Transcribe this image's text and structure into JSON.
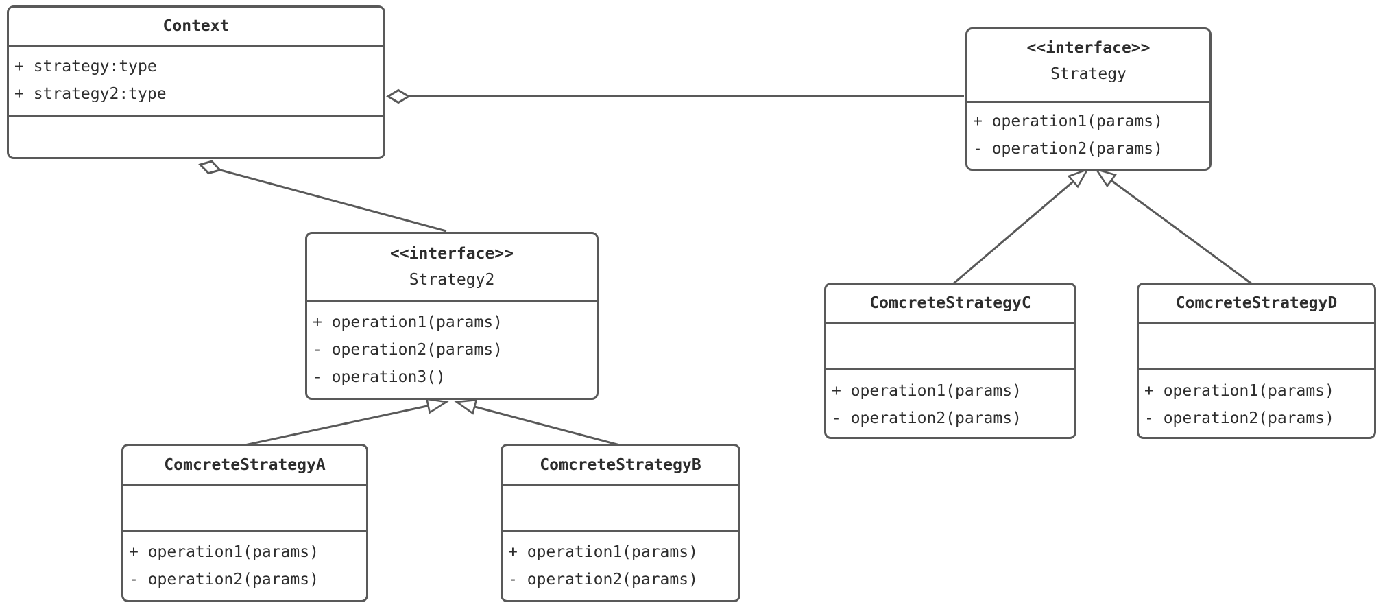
{
  "diagram": {
    "kind": "uml-class-diagram",
    "pattern": "Strategy",
    "colors": {
      "line": "#595959",
      "text": "#2d2d2d",
      "box_fill": "#ffffff"
    }
  },
  "classes": {
    "context": {
      "name": "Context",
      "attributes": [
        "+ strategy:type",
        "+ strategy2:type"
      ],
      "methods": []
    },
    "strategy": {
      "stereotype": "<<interface>>",
      "name": "Strategy",
      "attributes": [],
      "methods": [
        "+ operation1(params)",
        "- operation2(params)"
      ]
    },
    "strategy2": {
      "stereotype": "<<interface>>",
      "name": "Strategy2",
      "attributes": [],
      "methods": [
        "+ operation1(params)",
        "- operation2(params)",
        "- operation3()"
      ]
    },
    "concreteA": {
      "name": "ComcreteStrategyA",
      "attributes": [],
      "methods": [
        "+ operation1(params)",
        "- operation2(params)"
      ]
    },
    "concreteB": {
      "name": "ComcreteStrategyB",
      "attributes": [],
      "methods": [
        "+ operation1(params)",
        "- operation2(params)"
      ]
    },
    "concreteC": {
      "name": "ComcreteStrategyC",
      "attributes": [],
      "methods": [
        "+ operation1(params)",
        "- operation2(params)"
      ]
    },
    "concreteD": {
      "name": "ComcreteStrategyD",
      "attributes": [],
      "methods": [
        "+ operation1(params)",
        "- operation2(params)"
      ]
    }
  },
  "relations": [
    {
      "from": "Context",
      "to": "Strategy",
      "type": "aggregation"
    },
    {
      "from": "Context",
      "to": "Strategy2",
      "type": "aggregation"
    },
    {
      "from": "ComcreteStrategyA",
      "to": "Strategy2",
      "type": "realization"
    },
    {
      "from": "ComcreteStrategyB",
      "to": "Strategy2",
      "type": "realization"
    },
    {
      "from": "ComcreteStrategyC",
      "to": "Strategy",
      "type": "realization"
    },
    {
      "from": "ComcreteStrategyD",
      "to": "Strategy",
      "type": "realization"
    }
  ]
}
